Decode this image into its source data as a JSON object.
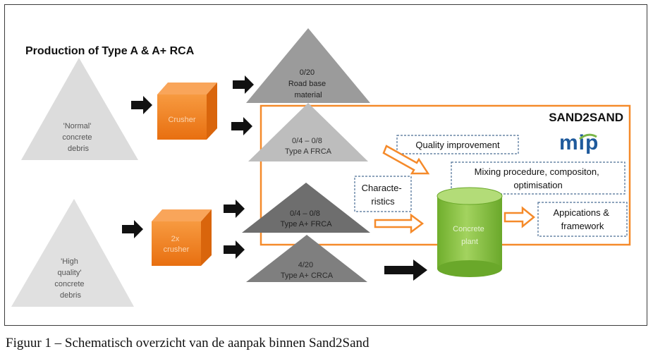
{
  "title": "Production of Type A & A+ RCA",
  "brand": {
    "name": "SAND2SAND",
    "logo": "mip"
  },
  "inputs": [
    {
      "lines": [
        "'Normal'",
        "concrete",
        "debris"
      ]
    },
    {
      "lines": [
        "'High",
        "quality'",
        "concrete",
        "debris"
      ]
    }
  ],
  "crushers": [
    {
      "label": "Crusher"
    },
    {
      "lines": [
        "2x",
        "crusher"
      ]
    }
  ],
  "products": [
    {
      "lines": [
        "0/20",
        "Road base",
        "material"
      ]
    },
    {
      "lines": [
        "0/4 – 0/8",
        "Type A FRCA"
      ]
    },
    {
      "lines": [
        "0/4 – 0/8",
        "Type A+ FRCA"
      ]
    },
    {
      "lines": [
        "4/20",
        "Type A+ CRCA"
      ]
    }
  ],
  "boxes": {
    "quality": "Quality improvement",
    "characteristics": [
      "Characte-",
      "ristics"
    ],
    "mixing": [
      "Mixing procedure, compositon,",
      "optimisation"
    ],
    "applications": [
      "Appications &",
      "framework"
    ]
  },
  "plant": [
    "Concrete",
    "plant"
  ],
  "caption": "Figuur 1 – Schematisch overzicht van de aanpak binnen Sand2Sand",
  "colors": {
    "orange": "#f58a2a",
    "green": "#8ec641",
    "logo_blue": "#1f5a9c",
    "logo_green": "#7ab648",
    "light_gray": "#dcdcdc",
    "mid_gray": "#9b9b9b",
    "dark_gray": "#6e6e6e",
    "box_blue": "#4a6d95"
  }
}
